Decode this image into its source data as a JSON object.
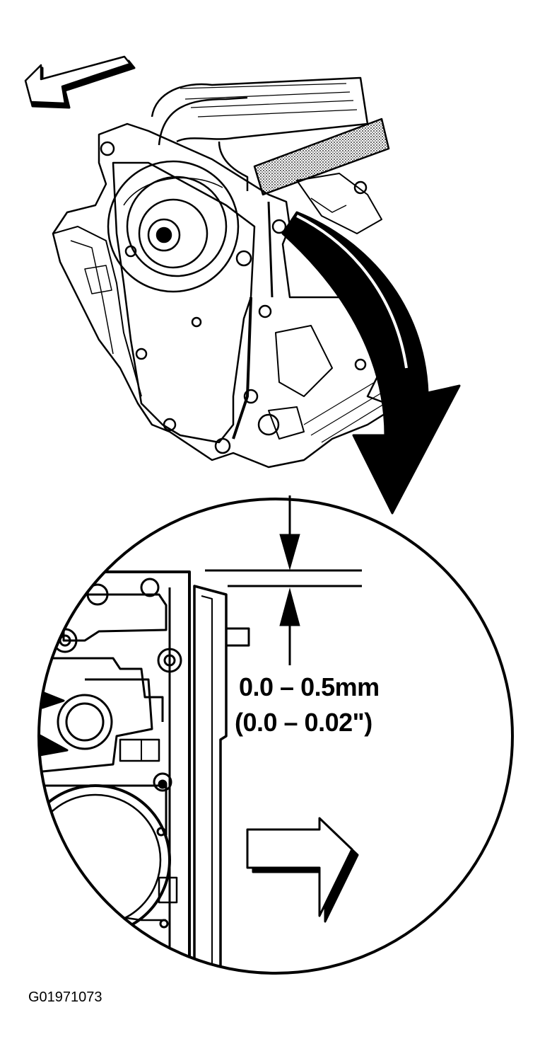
{
  "figure_id": "G01971073",
  "spec": {
    "metric": "0.0 – 0.5mm",
    "imperial": "(0.0 – 0.02\")"
  },
  "colors": {
    "ink": "#000000",
    "paper": "#ffffff",
    "stipple": "#b8b8b8"
  }
}
